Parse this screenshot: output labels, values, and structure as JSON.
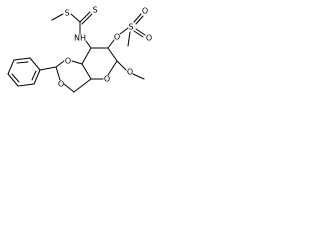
{
  "molecule": {
    "atoms": {
      "s_methyl": "S",
      "s_thione": "S",
      "nh": "NH",
      "o_sulfonate": "O",
      "s_sulfonyl": "S",
      "o_sulfonyl_top": "O",
      "o_sulfonyl_right": "O",
      "o_acetal_top": "O",
      "o_acetal_bottom": "O",
      "o_ring": "O",
      "o_methoxy": "O"
    }
  },
  "colors": {
    "bond": "#000000",
    "label": "#000000",
    "background": "#ffffff"
  }
}
